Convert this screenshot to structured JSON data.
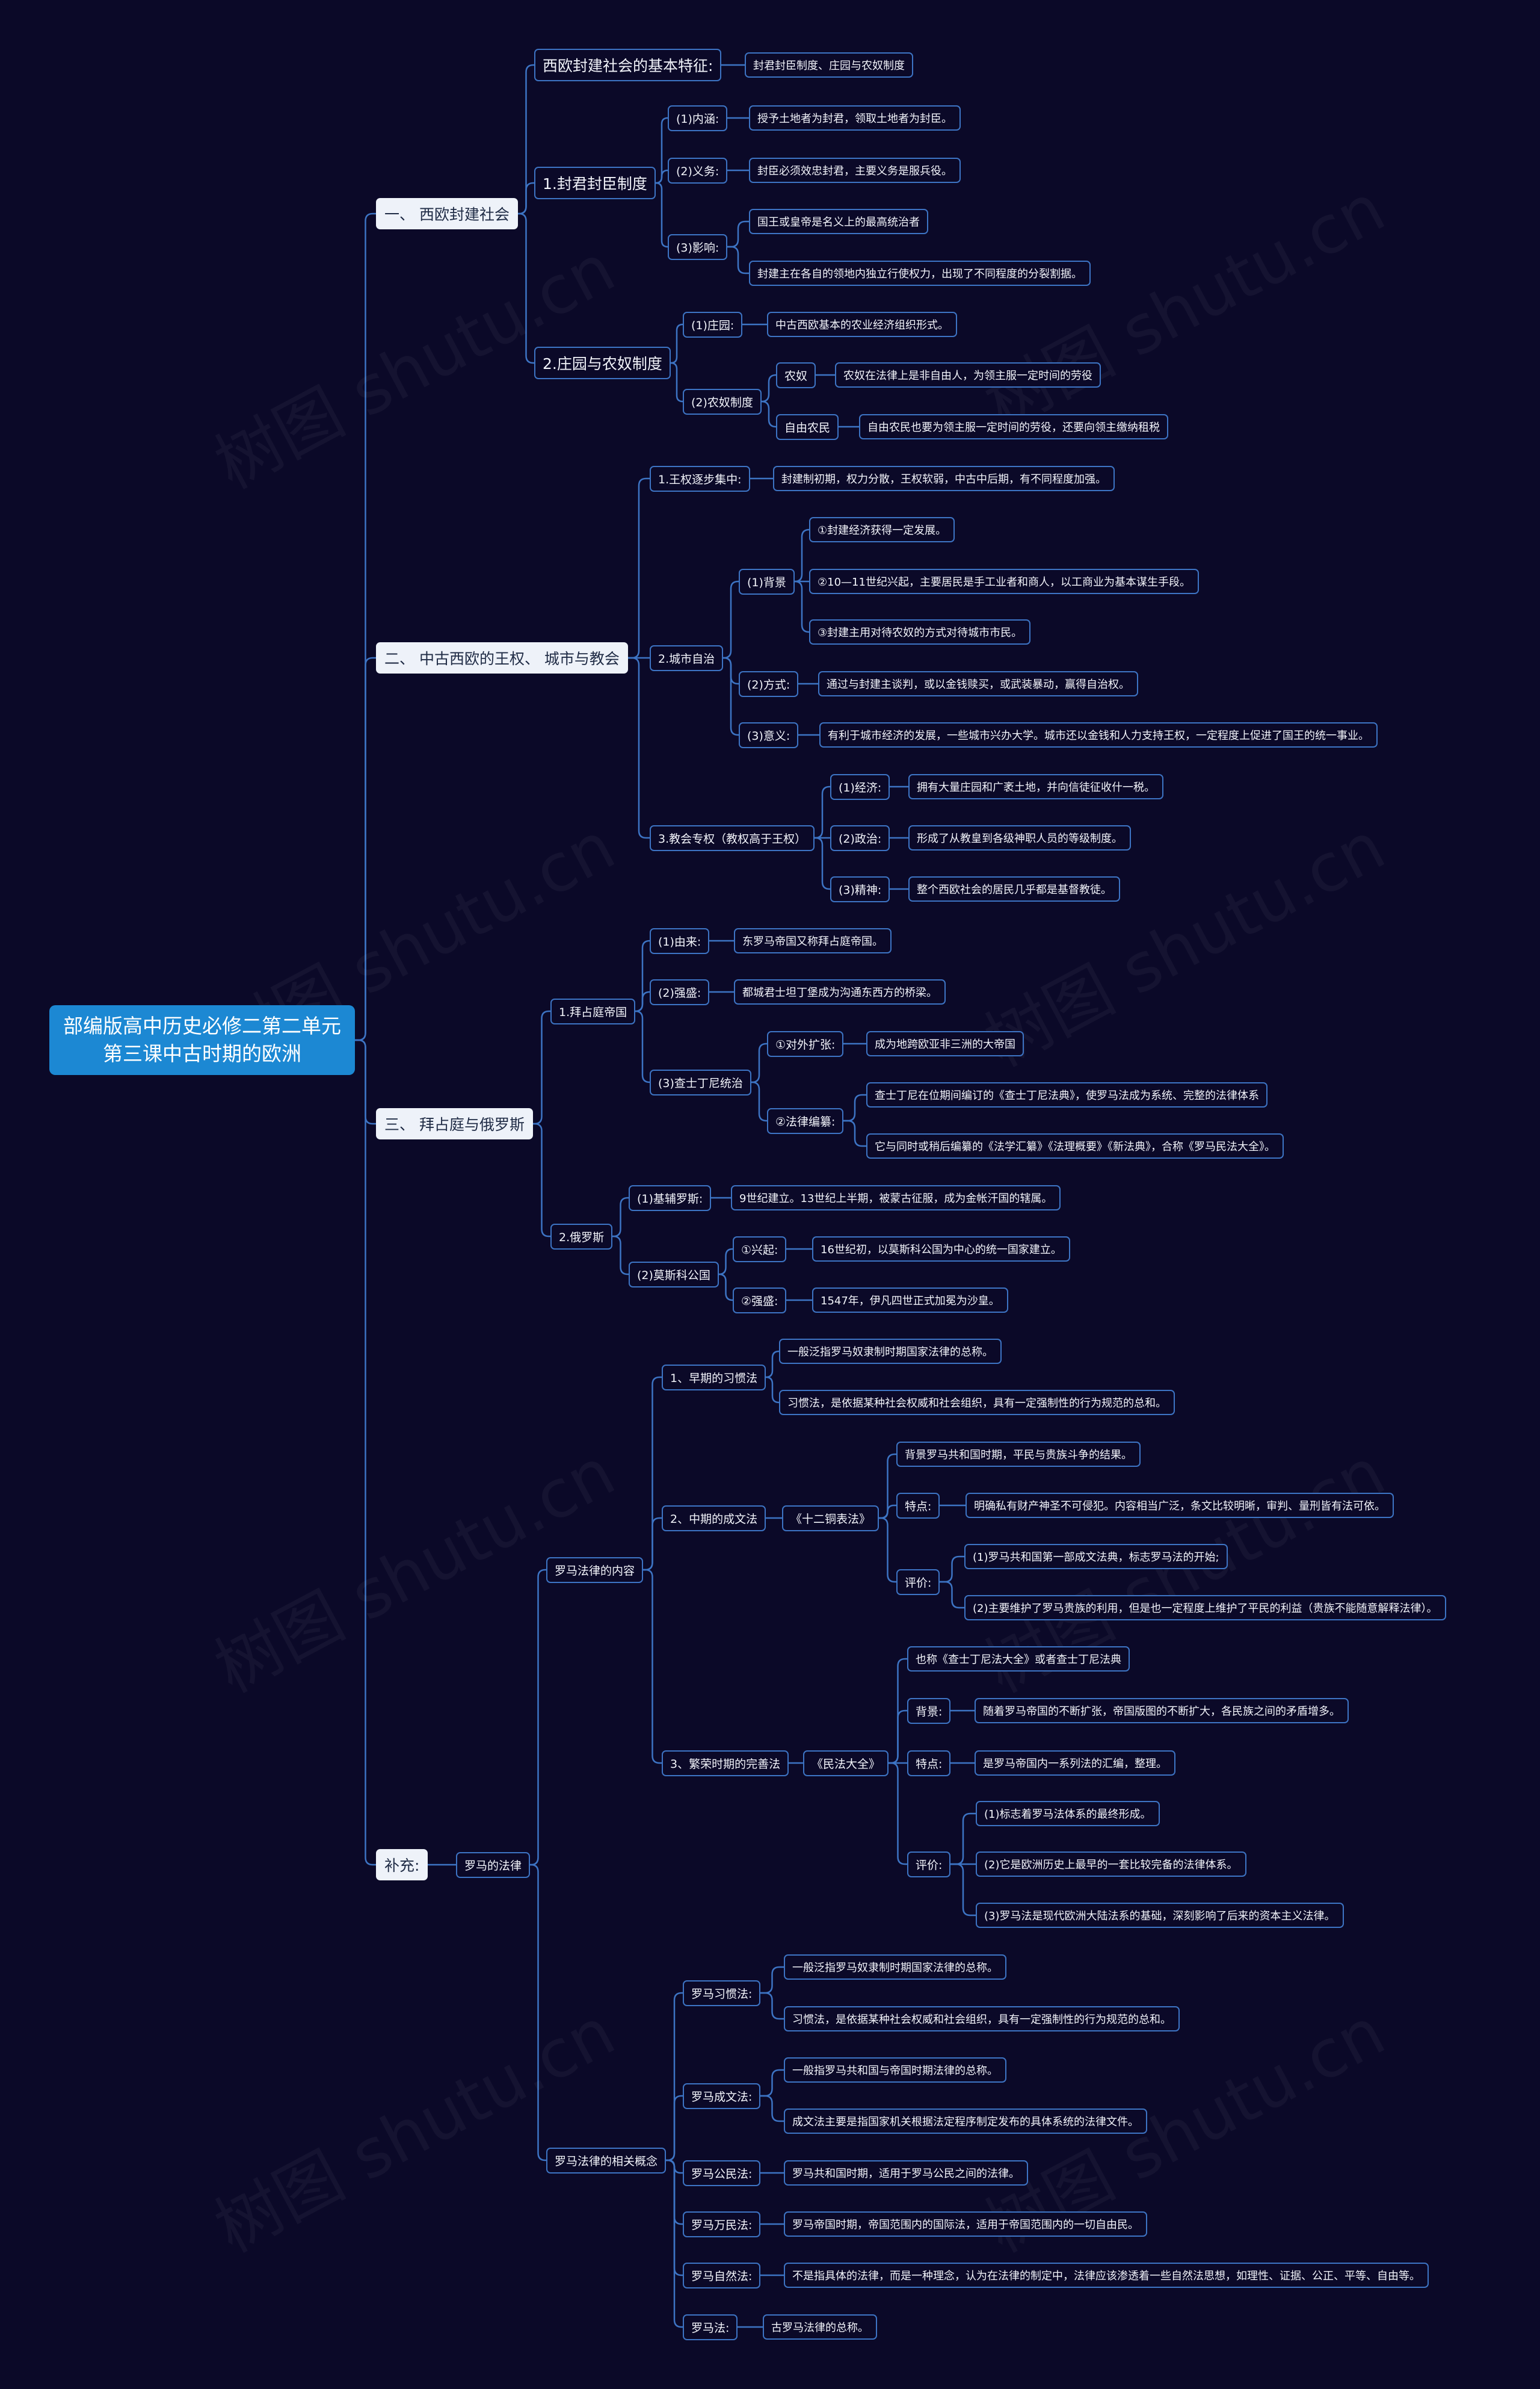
{
  "title": "部编版高中历史必修二第二单元第三课中古时期的欧洲",
  "watermark": "树图 shutu.cn",
  "colors": {
    "background": "#0b0928",
    "link": "#3d74c4",
    "root": "#1c88d3"
  },
  "nodes": {
    "a": "一、 西欧封建社会",
    "a1": "西欧封建社会的基本特征:",
    "a1l": "封君封臣制度、庄园与农奴制度",
    "a2": "1.封君封臣制度",
    "a2a": "(1)内涵:",
    "a2al": "授予土地者为封君，领取土地者为封臣。",
    "a2b": "(2)义务:",
    "a2bl": "封臣必须效忠封君，主要义务是服兵役。",
    "a2c": "(3)影响:",
    "a2c1": "国王或皇帝是名义上的最高统治者",
    "a2c2": "封建主在各自的领地内独立行使权力，出现了不同程度的分裂割据。",
    "a3": "2.庄园与农奴制度",
    "a3a": "(1)庄园:",
    "a3al": "中古西欧基本的农业经济组织形式。",
    "a3b": "(2)农奴制度",
    "a3b1": "农奴",
    "a3b1l": "农奴在法律上是非自由人，为领主服一定时间的劳役",
    "a3b2": "自由农民",
    "a3b2l": "自由农民也要为领主服一定时间的劳役，还要向领主缴纳租税",
    "b": "二、 中古西欧的王权、 城市与教会",
    "b1": "1.王权逐步集中:",
    "b1l": "封建制初期，权力分散，王权软弱，中古中后期，有不同程度加强。",
    "b2": "2.城市自治",
    "b2a": "(1)背景",
    "b2a1": "①封建经济获得一定发展。",
    "b2a2": "②10—11世纪兴起，主要居民是手工业者和商人，以工商业为基本谋生手段。",
    "b2a3": "③封建主用对待农奴的方式对待城市市民。",
    "b2b": "(2)方式:",
    "b2bl": "通过与封建主谈判，或以金钱赎买，或武装暴动，赢得自治权。",
    "b2c": "(3)意义:",
    "b2cl": "有利于城市经济的发展，一些城市兴办大学。城市还以金钱和人力支持王权，一定程度上促进了国王的统一事业。",
    "b3": "3.教会专权（教权高于王权）",
    "b3a": "(1)经济:",
    "b3al": "拥有大量庄园和广袤土地，并向信徒征收什一税。",
    "b3b": "(2)政治:",
    "b3bl": "形成了从教皇到各级神职人员的等级制度。",
    "b3c": "(3)精神:",
    "b3cl": "整个西欧社会的居民几乎都是基督教徒。",
    "c": "三、 拜占庭与俄罗斯",
    "c1": "1.拜占庭帝国",
    "c1a": "(1)由来:",
    "c1al": "东罗马帝国又称拜占庭帝国。",
    "c1b": "(2)强盛:",
    "c1bl": "都城君士坦丁堡成为沟通东西方的桥梁。",
    "c1c": "(3)查士丁尼统治",
    "c1c1": "①对外扩张:",
    "c1c1l": "成为地跨欧亚非三洲的大帝国",
    "c1c2": "②法律编纂:",
    "c1c2a": "查士丁尼在位期间编订的《查士丁尼法典》，使罗马法成为系统、完整的法律体系",
    "c1c2b": "它与同时或稍后编纂的《法学汇纂》《法理概要》《新法典》，合称《罗马民法大全》。",
    "c2": "2.俄罗斯",
    "c2a": "(1)基辅罗斯:",
    "c2al": "9世纪建立。13世纪上半期，被蒙古征服，成为金帐汗国的辖属。",
    "c2b": "(2)莫斯科公国",
    "c2b1": "①兴起:",
    "c2b1l": "16世纪初，以莫斯科公国为中心的统一国家建立。",
    "c2b2": "②强盛:",
    "c2b2l": "1547年，伊凡四世正式加冕为沙皇。",
    "d": "补充:",
    "d1": "罗马的法律",
    "d1a": "罗马法律的内容",
    "d1a1": "1、早期的习惯法",
    "d1a1a": "一般泛指罗马奴隶制时期国家法律的总称。",
    "d1a1b": "习惯法，是依据某种社会权威和社会组织，具有一定强制性的行为规范的总和。",
    "d1a2": "2、中期的成文法",
    "d1a2x": "《十二铜表法》",
    "d1a2a": "背景罗马共和国时期，平民与贵族斗争的结果。",
    "d1a2b": "特点:",
    "d1a2bl": "明确私有财产神圣不可侵犯。内容相当广泛，条文比较明晰，审判、量刑皆有法可依。",
    "d1a2c": "评价:",
    "d1a2c1": "(1)罗马共和国第一部成文法典，标志罗马法的开始;",
    "d1a2c2": "(2)主要维护了罗马贵族的利用，但是也一定程度上维护了平民的利益（贵族不能随意解释法律）。",
    "d1a3": "3、繁荣时期的完善法",
    "d1a3x": "《民法大全》",
    "d1a3a": "也称《查士丁尼法大全》或者查士丁尼法典",
    "d1a3b": "背景:",
    "d1a3bl": "随着罗马帝国的不断扩张，帝国版图的不断扩大，各民族之间的矛盾增多。",
    "d1a3c": "特点:",
    "d1a3cl": "是罗马帝国内一系列法的汇编，整理。",
    "d1a3d": "评价:",
    "d1a3d1": "(1)标志着罗马法体系的最终形成。",
    "d1a3d2": "(2)它是欧洲历史上最早的一套比较完备的法律体系。",
    "d1a3d3": "(3)罗马法是现代欧洲大陆法系的基础，深刻影响了后来的资本主义法律。",
    "d1b": "罗马法律的相关概念",
    "d1b1": "罗马习惯法:",
    "d1b1a": "一般泛指罗马奴隶制时期国家法律的总称。",
    "d1b1b": "习惯法，是依据某种社会权威和社会组织，具有一定强制性的行为规范的总和。",
    "d1b2": "罗马成文法:",
    "d1b2a": "一般指罗马共和国与帝国时期法律的总称。",
    "d1b2b": "成文法主要是指国家机关根据法定程序制定发布的具体系统的法律文件。",
    "d1b3": "罗马公民法:",
    "d1b3l": "罗马共和国时期，适用于罗马公民之间的法律。",
    "d1b4": "罗马万民法:",
    "d1b4l": "罗马帝国时期，帝国范围内的国际法，适用于帝国范围内的一切自由民。",
    "d1b5": "罗马自然法:",
    "d1b5l": "不是指具体的法律，而是一种理念，认为在法律的制定中，法律应该渗透着一些自然法思想，如理性、证据、公正、平等、自由等。",
    "d1b6": "罗马法:",
    "d1b6l": "古罗马法律的总称。"
  }
}
